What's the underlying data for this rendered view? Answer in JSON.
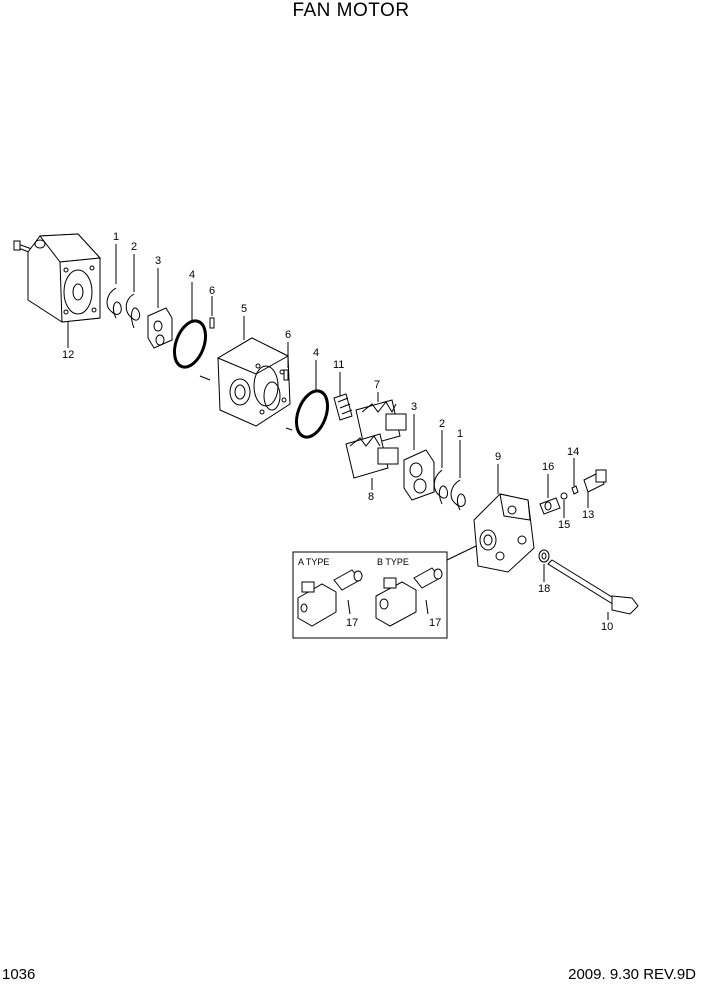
{
  "title": "FAN MOTOR",
  "page_number": "1036",
  "revision": "2009. 9.30  REV.9D",
  "inset": {
    "a_label": "A TYPE",
    "b_label": "B TYPE"
  },
  "callouts": {
    "c1a": "1",
    "c2a": "2",
    "c3a": "3",
    "c4a": "4",
    "c6a": "6",
    "c5": "5",
    "c6b": "6",
    "c4b": "4",
    "c11": "11",
    "c7": "7",
    "c3b": "3",
    "c2b": "2",
    "c1b": "1",
    "c8": "8",
    "c9": "9",
    "c16": "16",
    "c14": "14",
    "c15": "15",
    "c13": "13",
    "c18": "18",
    "c10": "10",
    "c12": "12",
    "c17a": "17",
    "c17b": "17"
  }
}
